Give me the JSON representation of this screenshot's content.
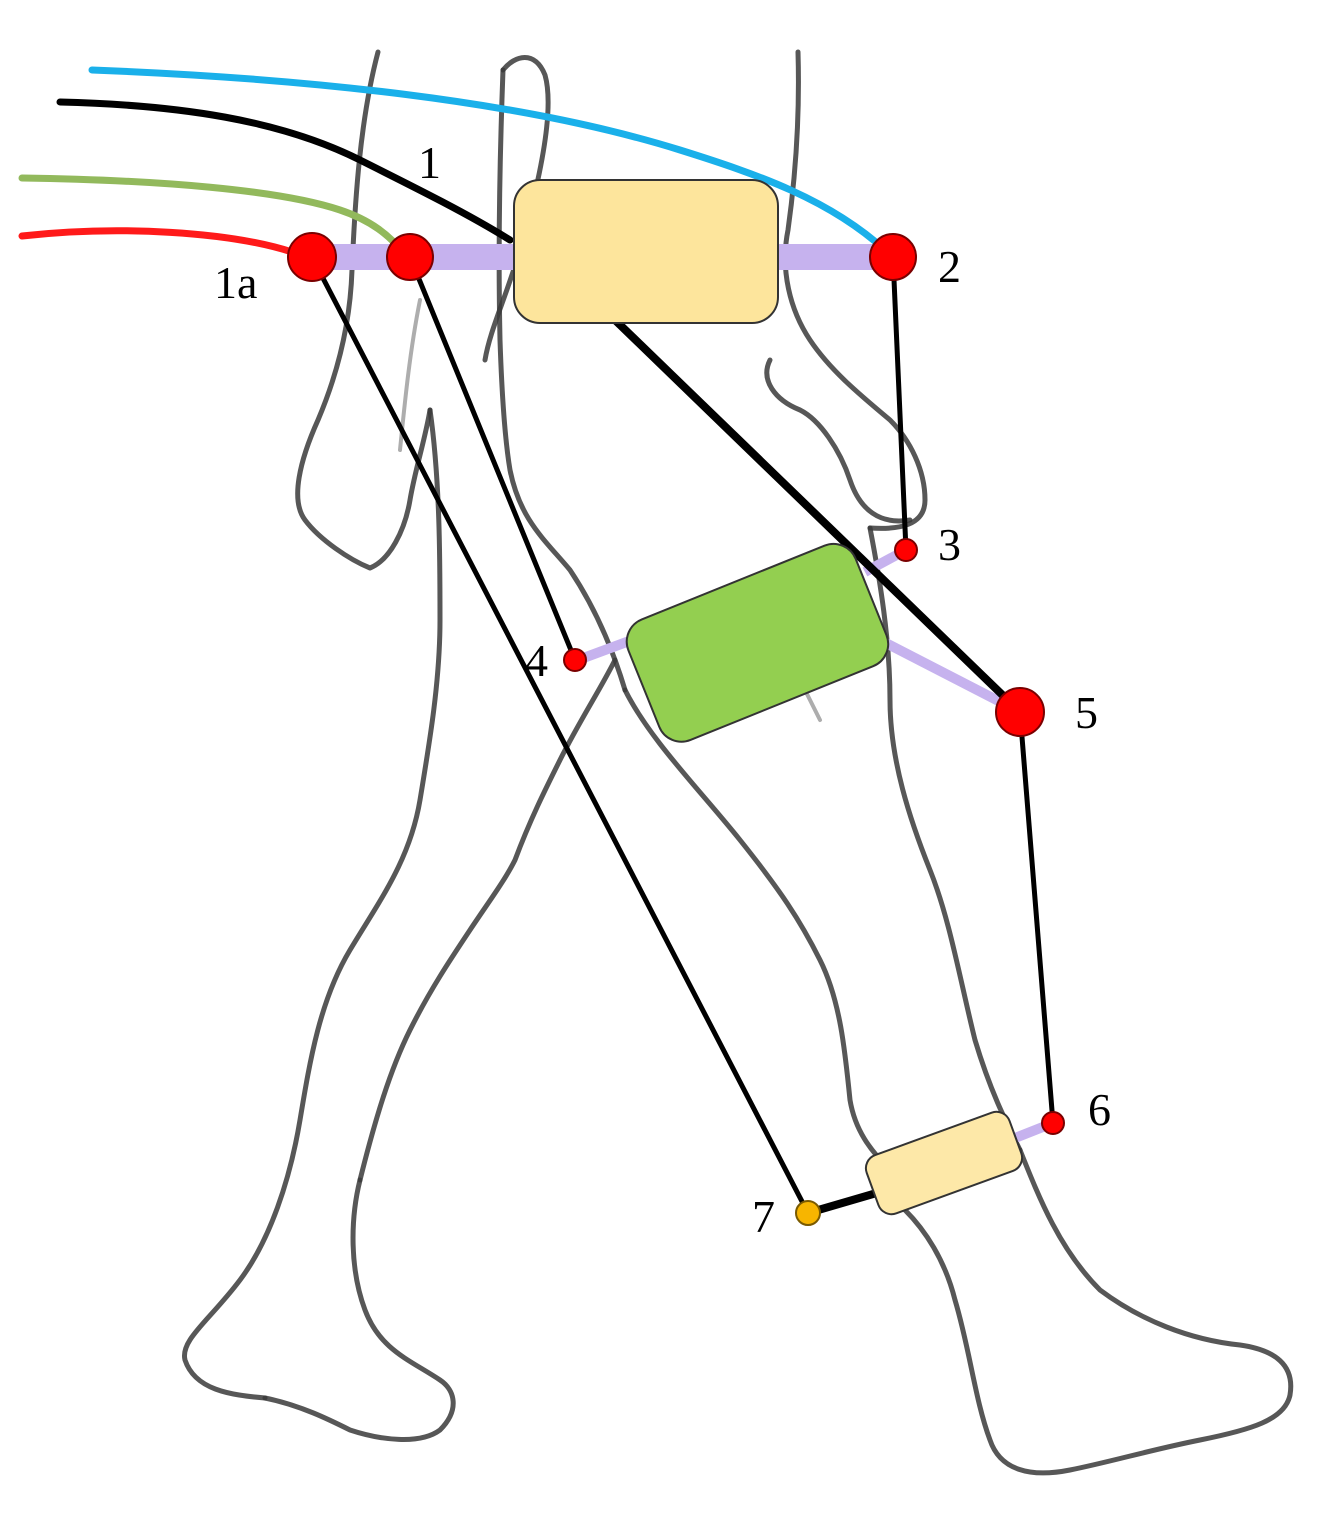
{
  "labels": {
    "p1": "1",
    "p1a": "1a",
    "p2": "2",
    "p3": "3",
    "p4": "4",
    "p5": "5",
    "p6": "6",
    "p7": "7"
  },
  "colors": {
    "cable_blue": "#1ab0ea",
    "cable_black": "#000000",
    "cable_green": "#92b95c",
    "cable_red": "#ff1a1a",
    "anchor_red": "#ff0000",
    "anchor_orange": "#f7b500",
    "strut_lavender": "#c6b2ee",
    "pad_pelvis": "#fde59c",
    "pad_thigh": "#93cf50",
    "pad_shank": "#fde8a8",
    "figure_outline": "#3a3a3a"
  }
}
